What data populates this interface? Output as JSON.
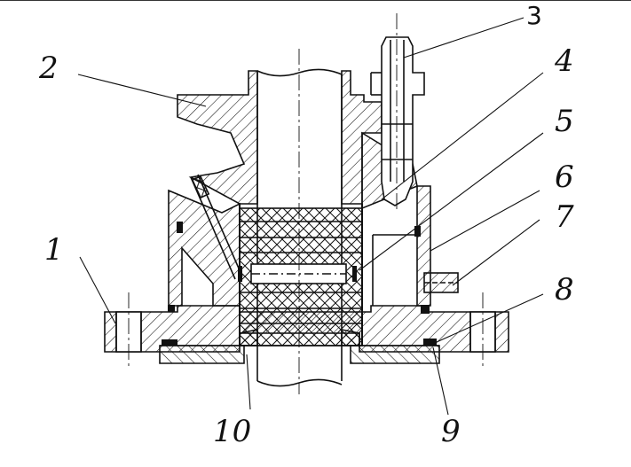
{
  "labels": {
    "l1": "1",
    "l2": "2",
    "l3": "3",
    "l4": "4",
    "l5": "5",
    "l6": "6",
    "l7": "7",
    "l8": "8",
    "l9": "9",
    "l10": "10"
  },
  "colors": {
    "line": "#111111",
    "seal": "#111111",
    "background": "#ffffff"
  }
}
